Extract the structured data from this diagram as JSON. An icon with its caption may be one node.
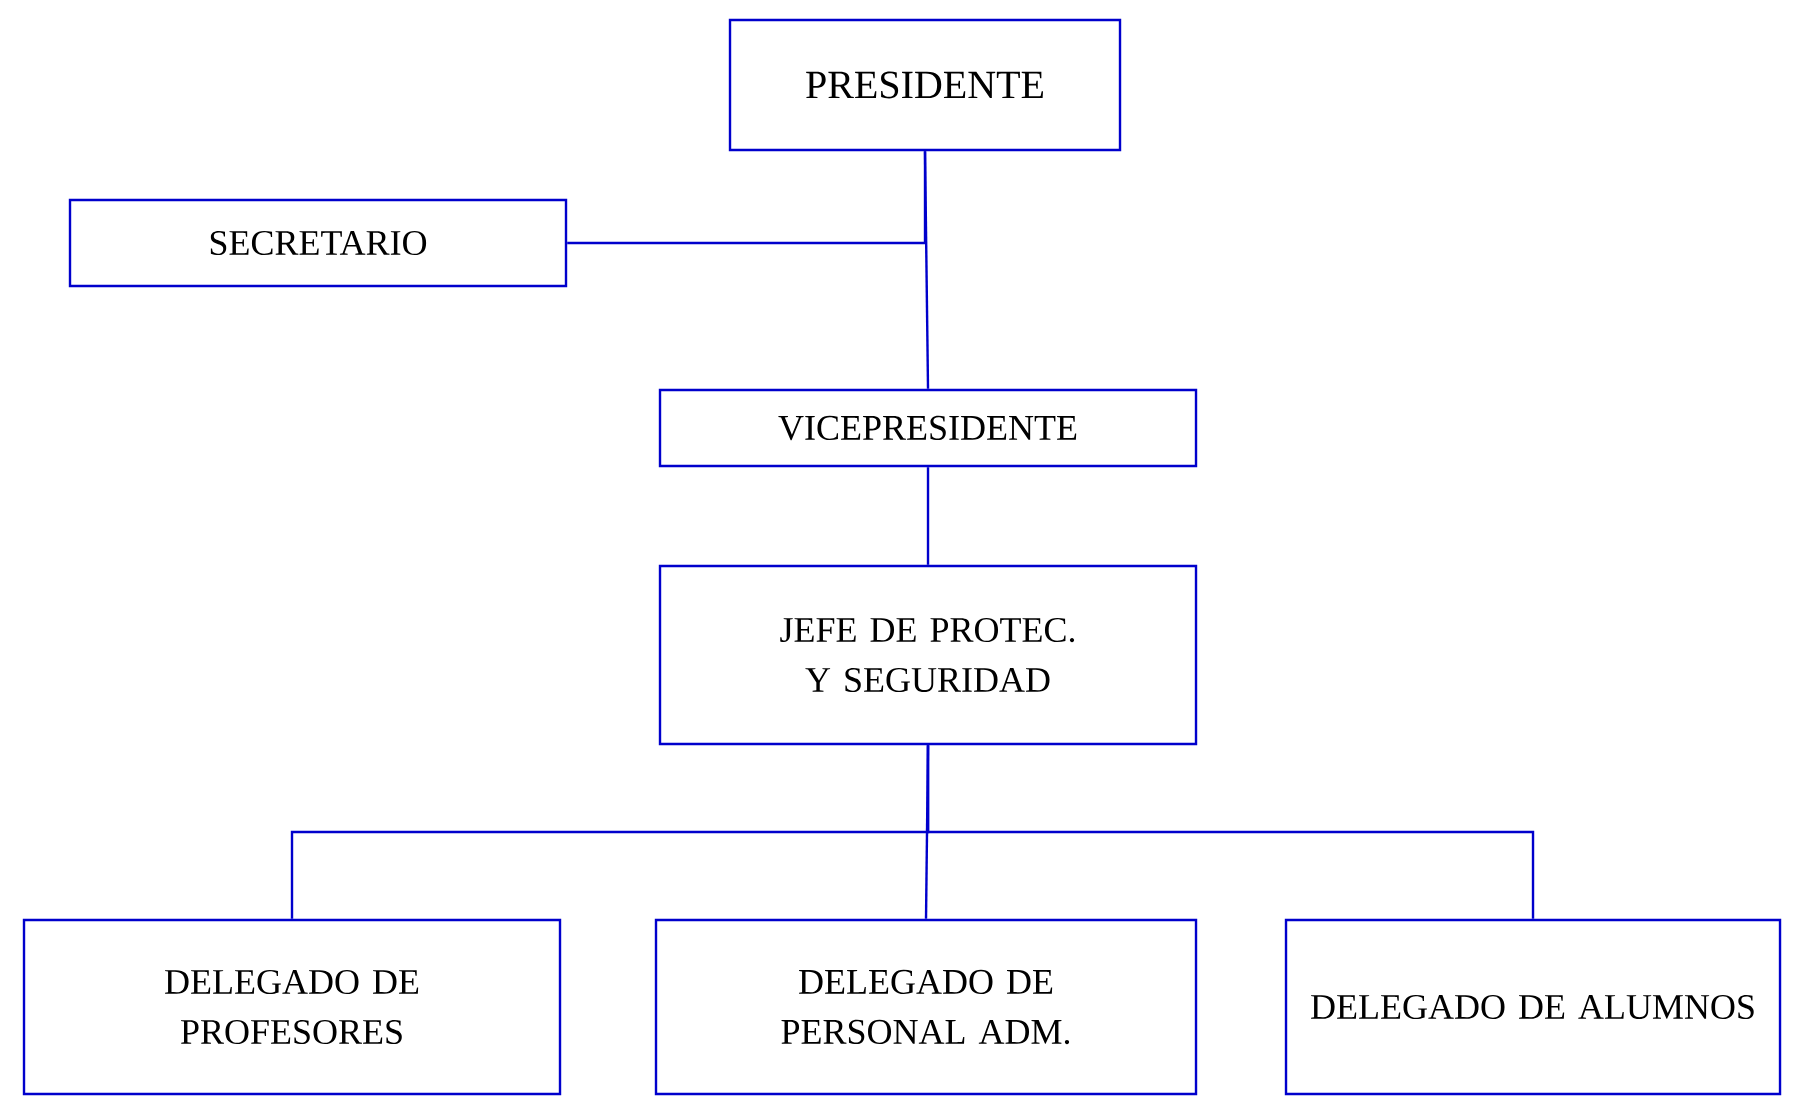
{
  "diagram": {
    "nodes": [
      {
        "text": [
          "PRESIDENTE"
        ]
      },
      {
        "text": [
          "SECRETARIO"
        ]
      },
      {
        "text": [
          "VICEPRESIDENTE"
        ]
      },
      {
        "text": [
          "JEFE DE PROTEC. Y SEGURIDAD"
        ]
      },
      {
        "text": [
          "DELEGADO DE PROFESORES"
        ]
      },
      {
        "text": [
          "DELEGADO DE PERSONAL ADM."
        ]
      },
      {
        "text": [
          "DELEGADO DE ALUMNOS"
        ]
      }
    ],
    "edges": [
      {
        "from": 0,
        "to": 2,
        "arrow": "none"
      },
      {
        "from": 1,
        "to": 0,
        "arrow": "none"
      },
      {
        "from": 2,
        "to": 3,
        "arrow": "none"
      },
      {
        "from": 3,
        "to": 4,
        "arrow": "none"
      },
      {
        "from": 3,
        "to": 5,
        "arrow": "none"
      },
      {
        "from": 3,
        "to": 6,
        "arrow": "none"
      }
    ]
  }
}
